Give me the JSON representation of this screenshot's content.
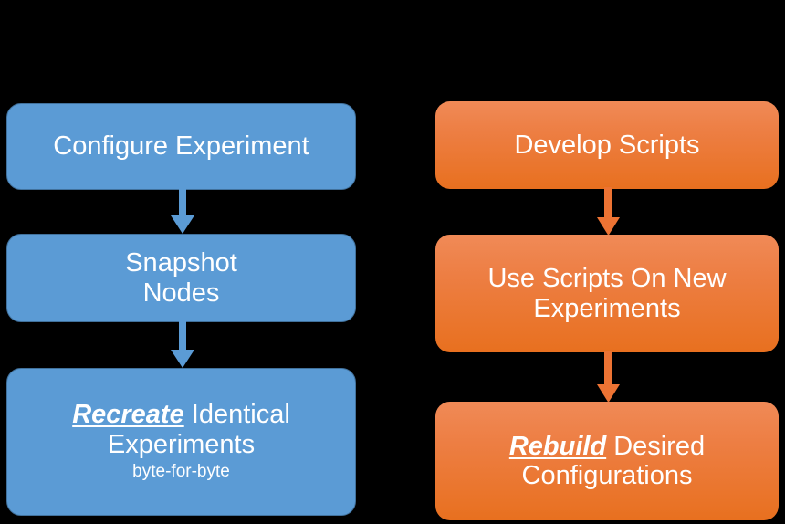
{
  "diagram": {
    "type": "flowchart",
    "background_color": "#000000",
    "columns": [
      {
        "name": "reproducibility-flow",
        "accent_color": "#5b9bd5",
        "border_color": "#41719c",
        "nodes": [
          {
            "id": "configure-experiment",
            "lines": [
              {
                "text": "Configure Experiment",
                "emphasis": false
              }
            ]
          },
          {
            "id": "snapshot-nodes",
            "lines": [
              {
                "text": "Snapshot",
                "emphasis": false
              },
              {
                "text": "Nodes",
                "emphasis": false
              }
            ]
          },
          {
            "id": "recreate-identical-experiments",
            "lines": [
              {
                "text": "Recreate",
                "emphasis": true
              },
              {
                "text": " Identical",
                "emphasis": false
              },
              {
                "text": "Experiments",
                "emphasis": false
              }
            ],
            "subtitle": "byte-for-byte"
          }
        ]
      },
      {
        "name": "automation-flow",
        "accent_color": "#ed7e43",
        "gradient_top": "#f08a57",
        "gradient_bottom": "#e8701f",
        "nodes": [
          {
            "id": "develop-scripts",
            "lines": [
              {
                "text": "Develop Scripts",
                "emphasis": false
              }
            ]
          },
          {
            "id": "use-scripts-on-new-experiments",
            "lines": [
              {
                "text": "Use Scripts On New",
                "emphasis": false
              },
              {
                "text": "Experiments",
                "emphasis": false
              }
            ]
          },
          {
            "id": "rebuild-desired-configurations",
            "lines": [
              {
                "text": "Rebuild",
                "emphasis": true
              },
              {
                "text": " Desired",
                "emphasis": false
              },
              {
                "text": "Configurations",
                "emphasis": false
              }
            ]
          }
        ]
      }
    ],
    "connectors": [
      {
        "id": "configure-to-snapshot",
        "from": "configure-experiment",
        "to": "snapshot-nodes",
        "color": "#5b9bd5",
        "direction": "down"
      },
      {
        "id": "snapshot-to-recreate",
        "from": "snapshot-nodes",
        "to": "recreate-identical-experiments",
        "color": "#5b9bd5",
        "direction": "down"
      },
      {
        "id": "develop-to-use",
        "from": "develop-scripts",
        "to": "use-scripts-on-new-experiments",
        "color": "#ed7333",
        "direction": "down"
      },
      {
        "id": "use-to-rebuild",
        "from": "use-scripts-on-new-experiments",
        "to": "rebuild-desired-configurations",
        "color": "#ed7333",
        "direction": "down"
      }
    ]
  },
  "nodes": {
    "configure_experiment": {
      "line1": "Configure Experiment"
    },
    "snapshot_nodes": {
      "line1": "Snapshot",
      "line2": "Nodes"
    },
    "recreate_identical": {
      "emph": "Recreate",
      "rest": " Identical",
      "line2": "Experiments",
      "subtitle": "byte-for-byte"
    },
    "develop_scripts": {
      "line1": "Develop Scripts"
    },
    "use_scripts_new": {
      "line1": "Use Scripts On New",
      "line2": "Experiments"
    },
    "rebuild_desired": {
      "emph": "Rebuild",
      "rest": " Desired",
      "line2": "Configurations"
    }
  }
}
